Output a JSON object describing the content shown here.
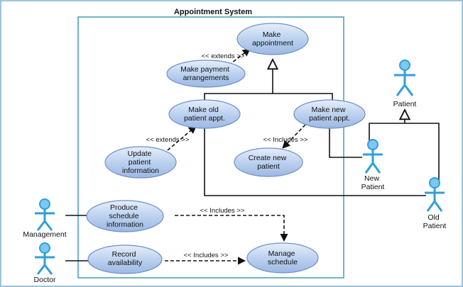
{
  "system": {
    "title": "Appointment System"
  },
  "use_cases": {
    "make_appointment": [
      "Make",
      "appointment"
    ],
    "make_payment": [
      "Make payment",
      "arrangements"
    ],
    "make_old": [
      "Make old",
      "patient appt."
    ],
    "make_new": [
      "Make new",
      "patient appt."
    ],
    "update_patient": [
      "Update",
      "patient",
      "information"
    ],
    "create_patient": [
      "Create new",
      "patient"
    ],
    "produce_schedule": [
      "Produce",
      "schedule",
      "information"
    ],
    "record_availability": [
      "Record",
      "availability"
    ],
    "manage_schedule": [
      "Manage",
      "schedule"
    ]
  },
  "actors": {
    "patient": [
      "Patient"
    ],
    "new_patient": [
      "New",
      "Patient"
    ],
    "old_patient": [
      "Old",
      "Patient"
    ],
    "management": [
      "Management"
    ],
    "doctor": [
      "Doctor"
    ]
  },
  "relations": {
    "extends_1": "<< extends >>",
    "extends_2": "<< extends >>",
    "includes_1": "<< Includes >>",
    "includes_2": "<< Includes >>",
    "includes_3": "<< Includes >>"
  },
  "colors": {
    "frame": "#7fb3c9",
    "border": "#4ea5b5",
    "usecase_fill": "#b8cfee",
    "usecase_edge": "#6f8fc6",
    "actor": "#2f9fd8",
    "line": "#111111"
  }
}
